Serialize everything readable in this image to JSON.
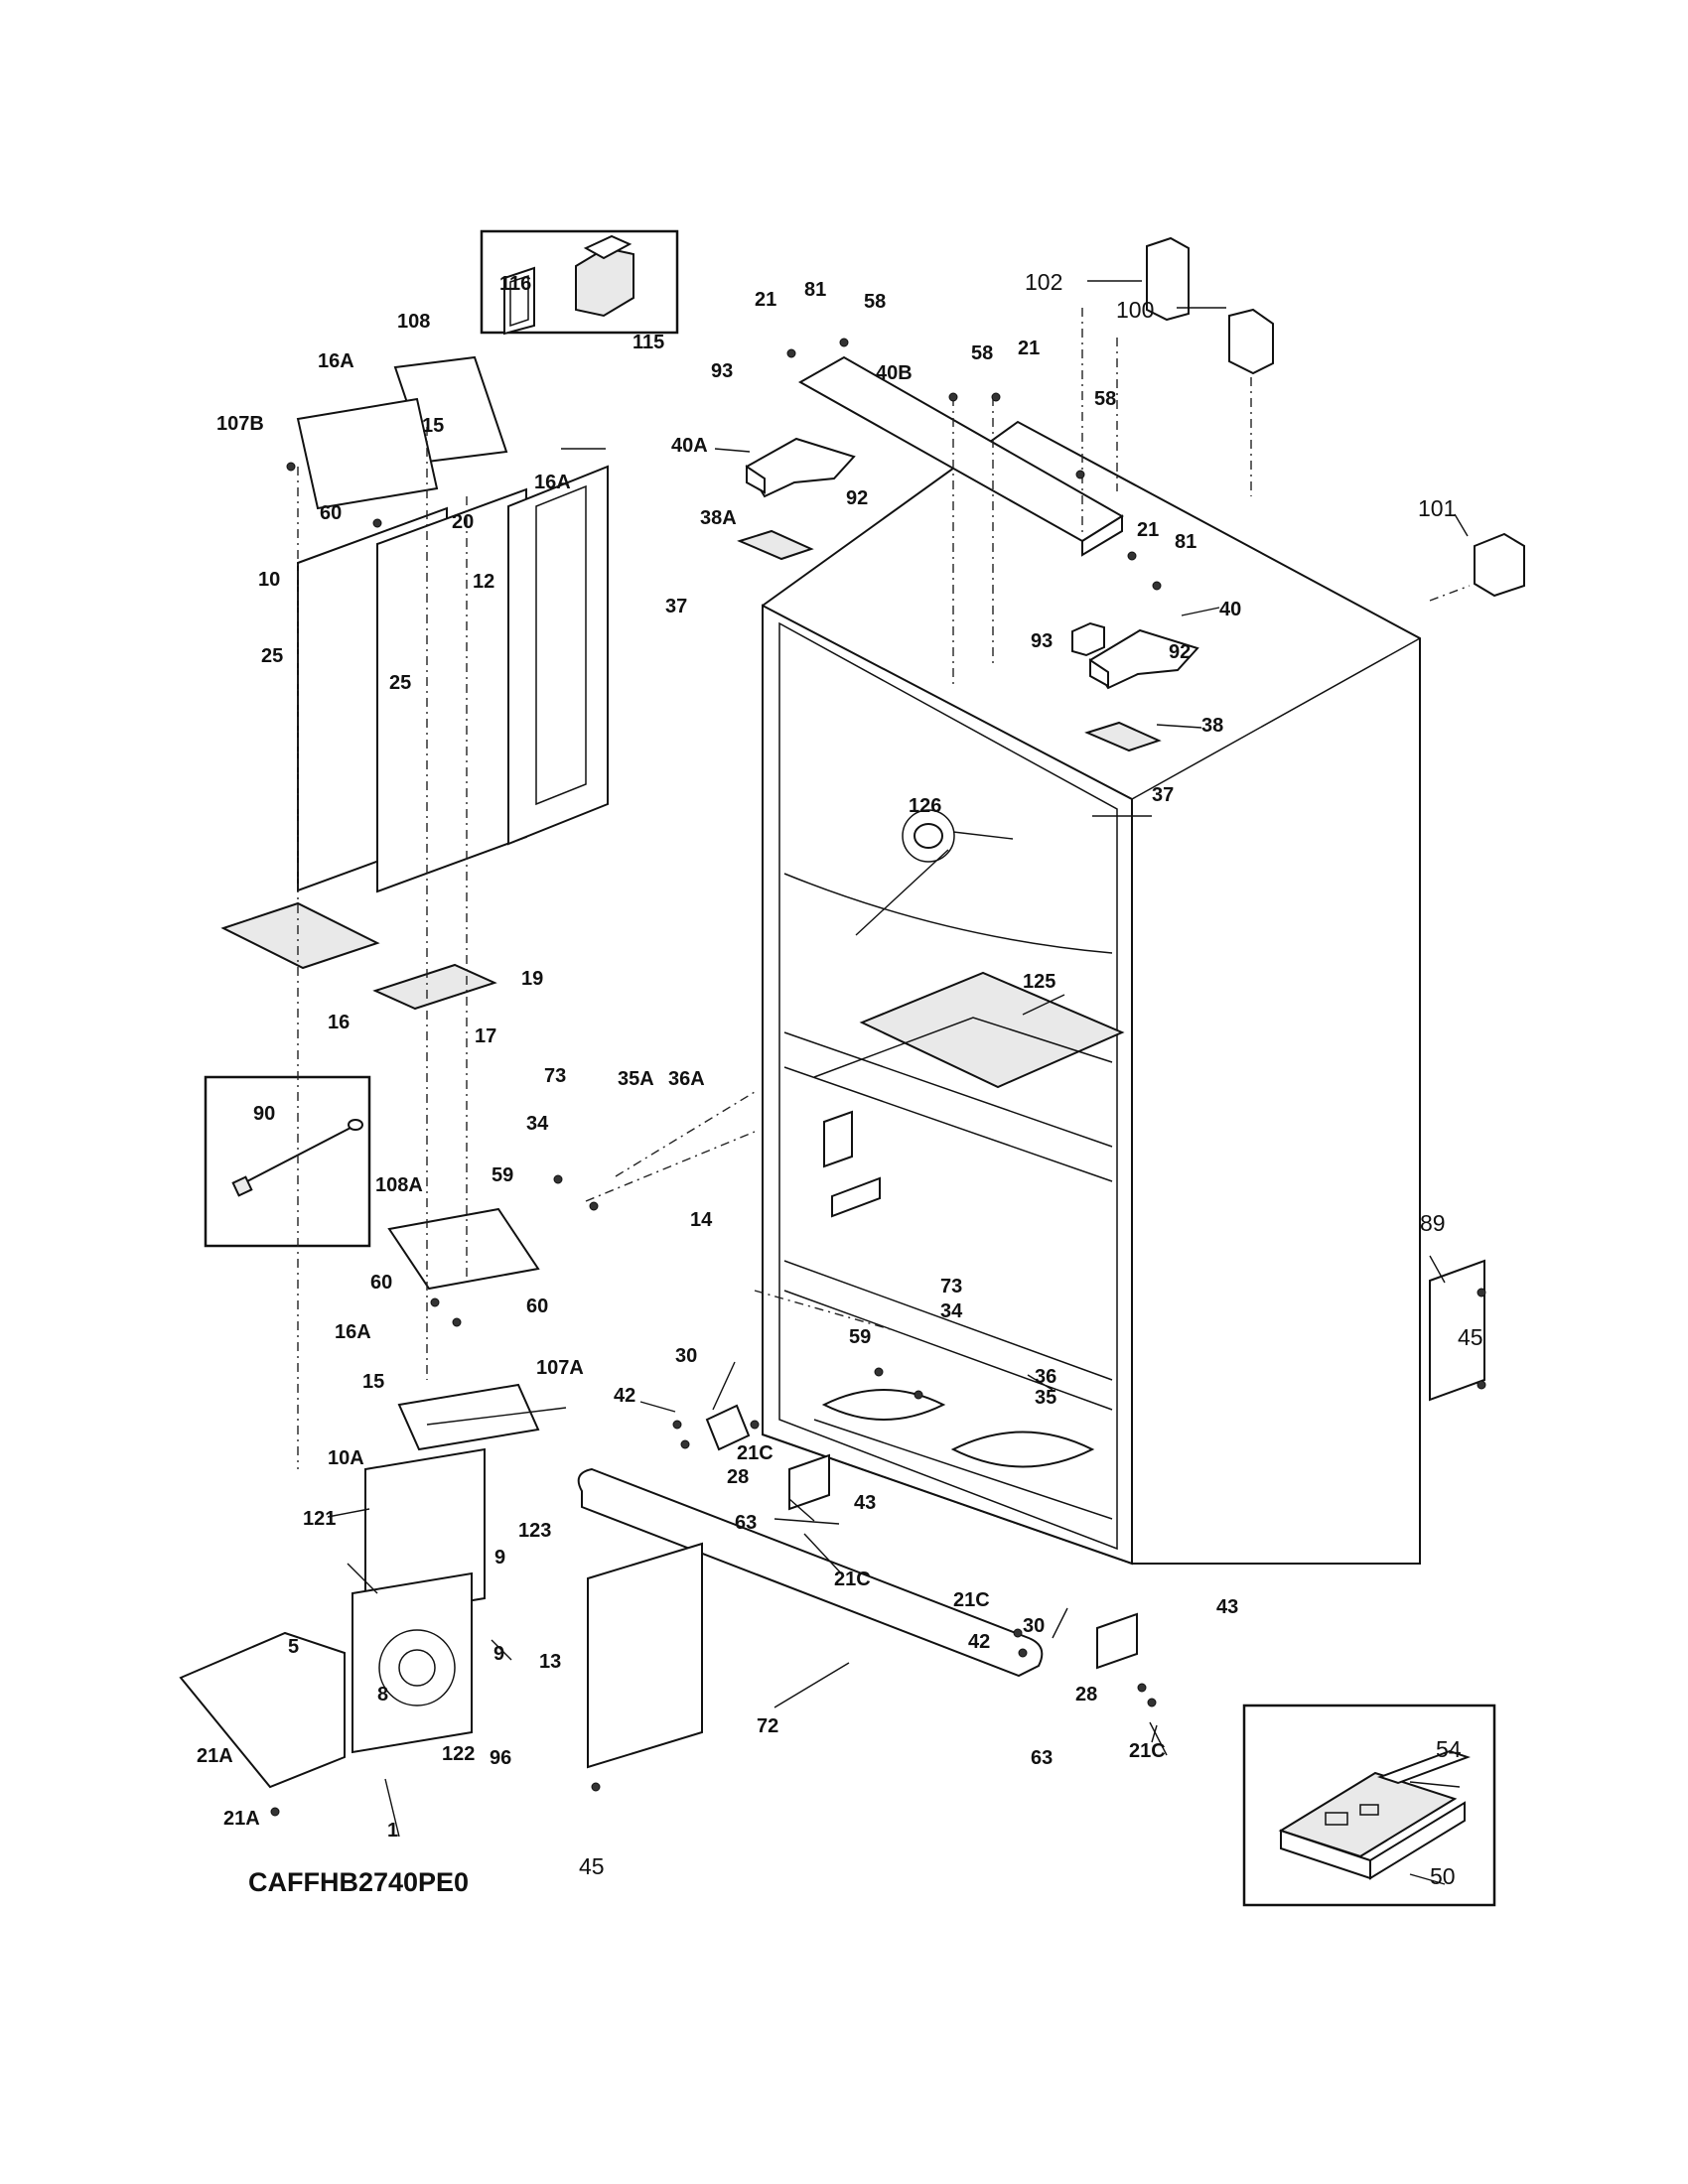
{
  "model_number": "CAFFHB2740PE0",
  "labels": {
    "p116": "116",
    "p115": "115",
    "p108": "108",
    "p16a_top": "16A",
    "p107b": "107B",
    "p15_top": "15",
    "p16a_mid": "16A",
    "p60_top": "60",
    "p20": "20",
    "p10": "10",
    "p12": "12",
    "p25_a": "25",
    "p25_b": "25",
    "p19": "19",
    "p16": "16",
    "p17": "17",
    "p21_a": "21",
    "p81_a": "81",
    "p58_a": "58",
    "p102": "102",
    "p100": "100",
    "p93_a": "93",
    "p40b": "40B",
    "p58_b": "58",
    "p21_b": "21",
    "p40a": "40A",
    "p58_c": "58",
    "p92_a": "92",
    "p38a": "38A",
    "p101": "101",
    "p21_c": "21",
    "p81_b": "81",
    "p37_a": "37",
    "p40": "40",
    "p93_b": "93",
    "p92_b": "92",
    "p38": "38",
    "p37_b": "37",
    "p126": "126",
    "p125": "125",
    "p73_a": "73",
    "p35a": "35A",
    "p36a": "36A",
    "p34_a": "34",
    "p59_a": "59",
    "p90": "90",
    "p108a": "108A",
    "p14": "14",
    "p89": "89",
    "p60_b": "60",
    "p60_c": "60",
    "p16a_low": "16A",
    "p15_low": "15",
    "p107a": "107A",
    "p30_a": "30",
    "p73_b": "73",
    "p34_b": "34",
    "p59_b": "59",
    "p36": "36",
    "p35": "35",
    "p45_r": "45",
    "p42_a": "42",
    "p21c_a": "21C",
    "p28_a": "28",
    "p63_a": "63",
    "p43_a": "43",
    "p21c_b": "21C",
    "p10a": "10A",
    "p121": "121",
    "p123": "123",
    "p9_a": "9",
    "p5": "5",
    "p9_b": "9",
    "p13": "13",
    "p8": "8",
    "p122": "122",
    "p96": "96",
    "p21a_a": "21A",
    "p21a_b": "21A",
    "p1": "1",
    "p72": "72",
    "p45_b": "45",
    "p21c_c": "21C",
    "p30_b": "30",
    "p42_b": "42",
    "p43_b": "43",
    "p28_b": "28",
    "p63_b": "63",
    "p21c_d": "21C",
    "p54": "54",
    "p50": "50"
  }
}
